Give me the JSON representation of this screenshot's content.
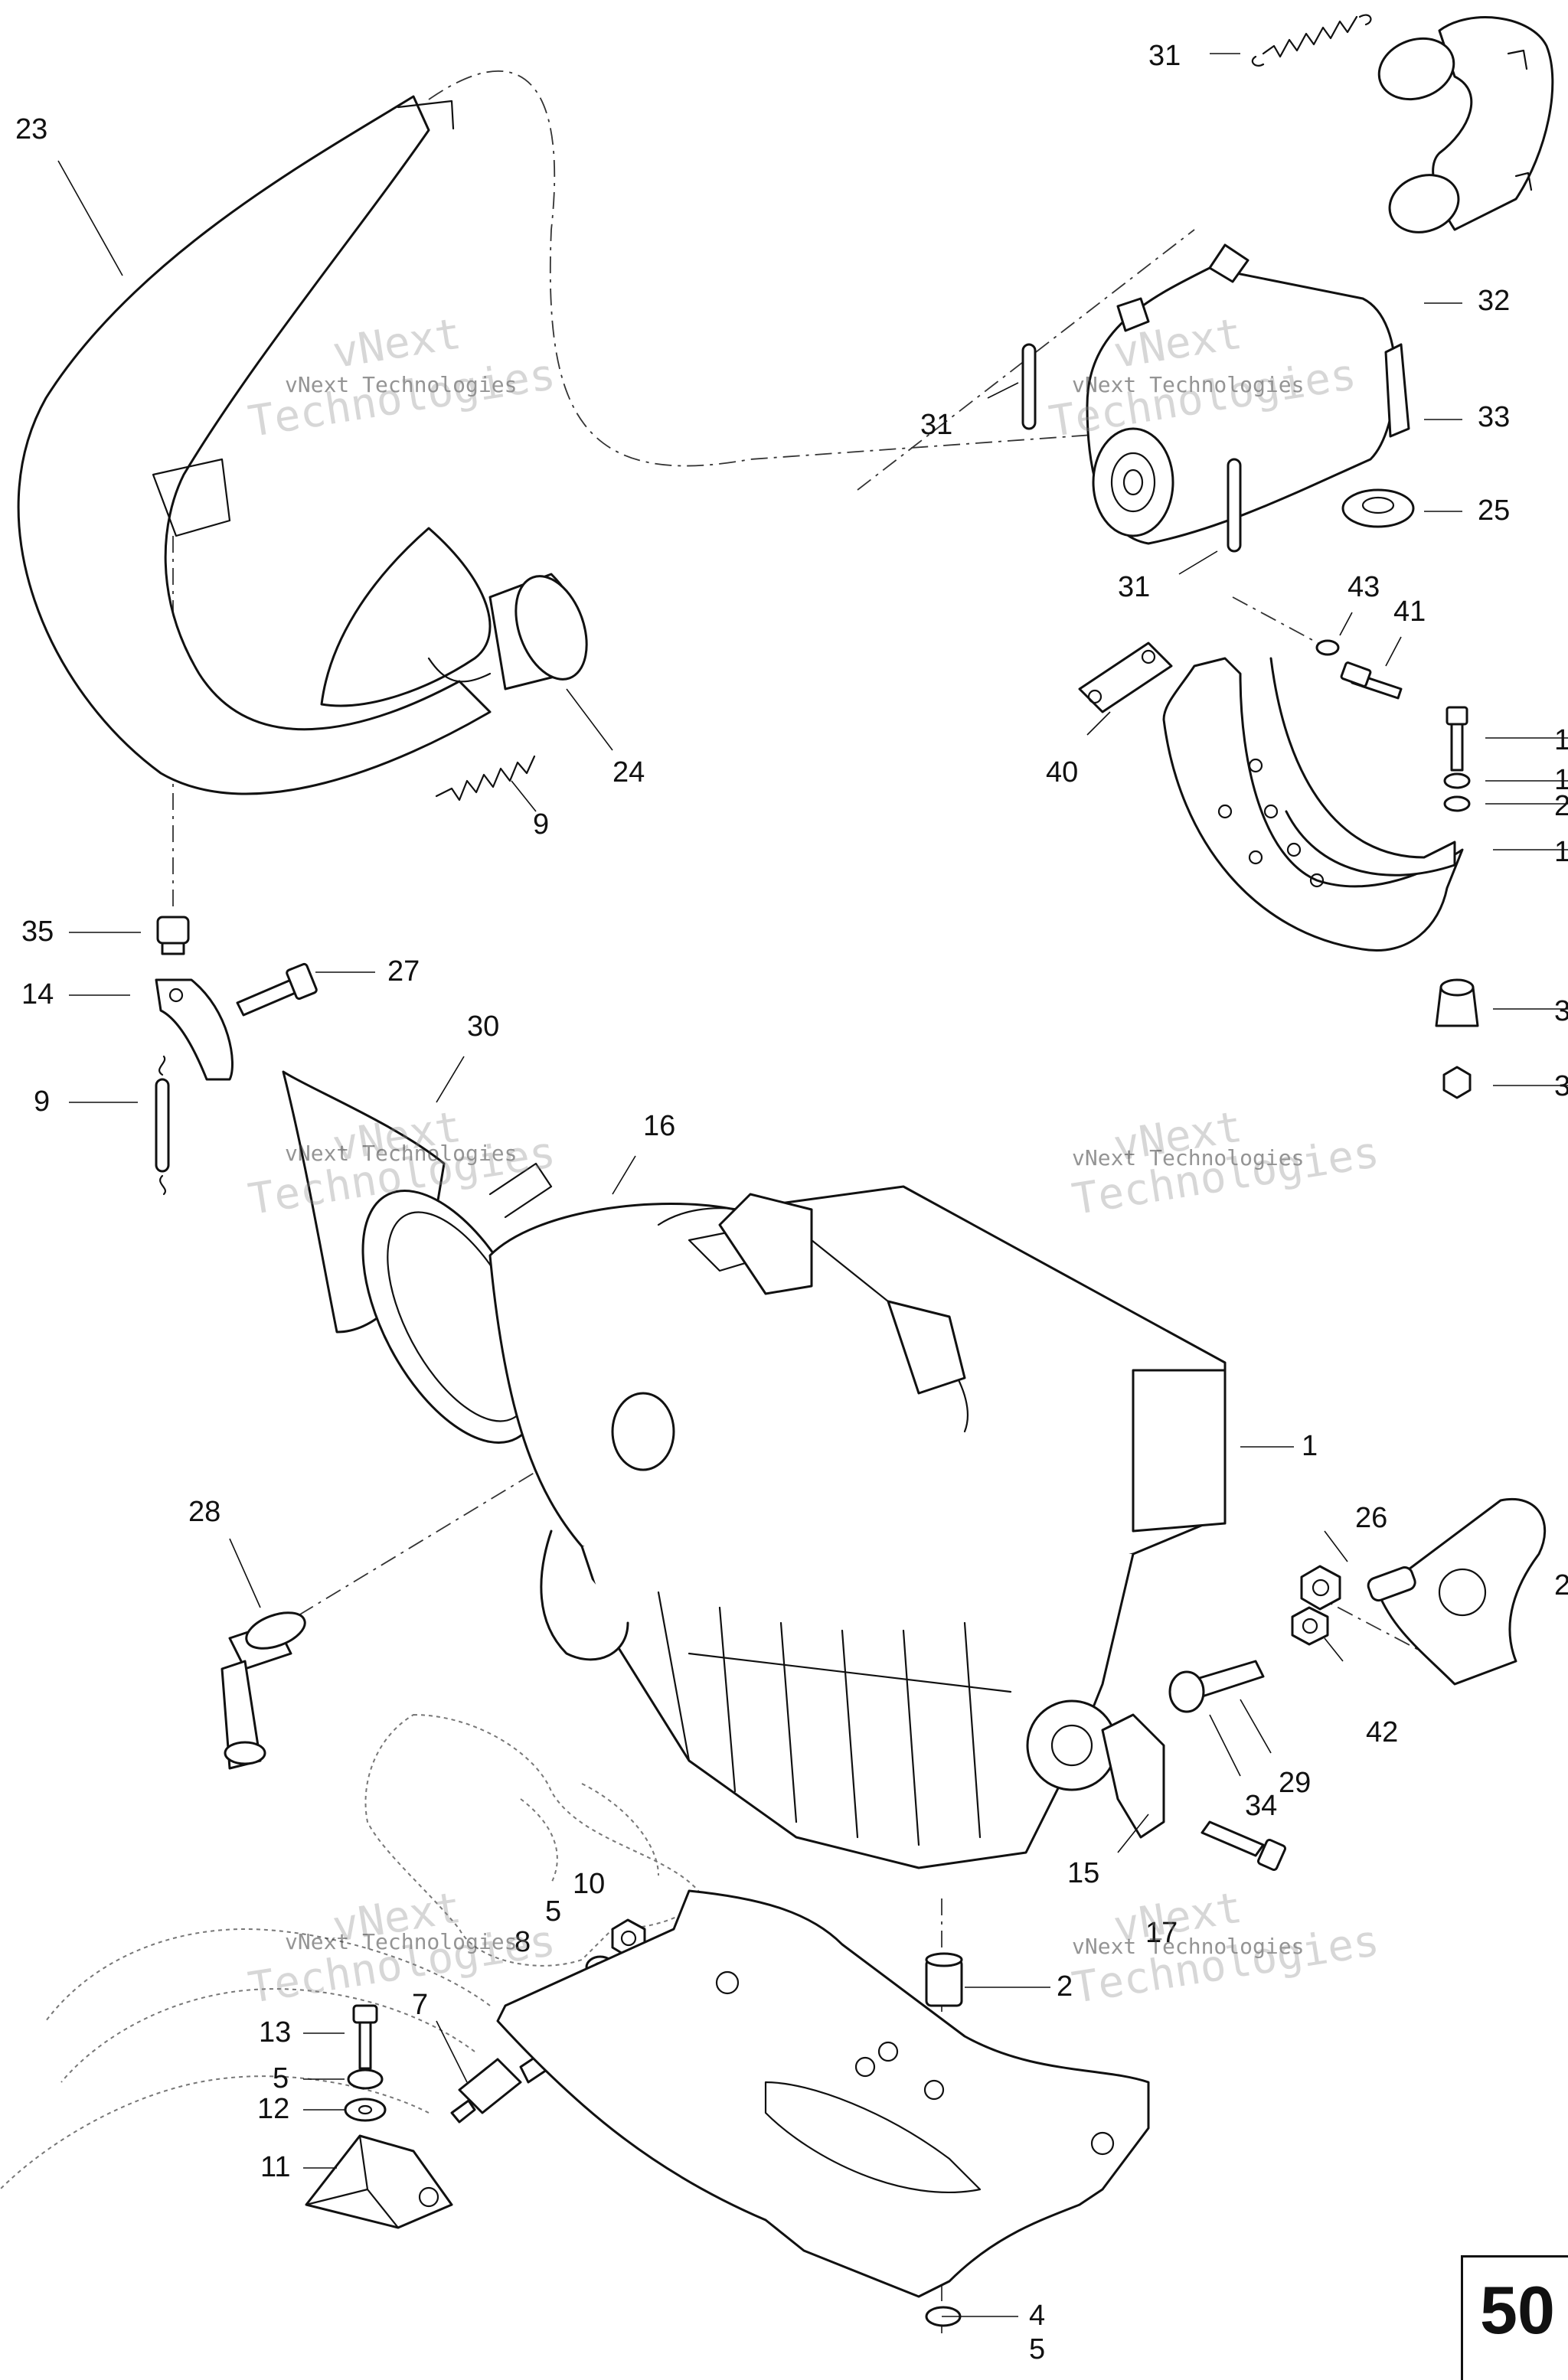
{
  "diagram": {
    "callouts": [
      "1",
      "2",
      "4",
      "5",
      "5",
      "5",
      "7",
      "8",
      "9",
      "9",
      "10",
      "11",
      "12",
      "13",
      "14",
      "15",
      "16",
      "17",
      "23",
      "24",
      "25",
      "26",
      "27",
      "28",
      "29",
      "30",
      "31",
      "31",
      "31",
      "32",
      "33",
      "34",
      "35",
      "40",
      "41",
      "42",
      "43"
    ],
    "clipped_right_callouts": [
      "1",
      "1",
      "2",
      "1",
      "3",
      "3",
      "2"
    ],
    "watermark": {
      "brand": "vNext",
      "company": "vNext Technologies",
      "tagline": "Technologies"
    },
    "page_number": "50",
    "colors": {
      "ink": "#111111",
      "paper": "#ffffff",
      "watermark": "#8c8c8c"
    }
  }
}
